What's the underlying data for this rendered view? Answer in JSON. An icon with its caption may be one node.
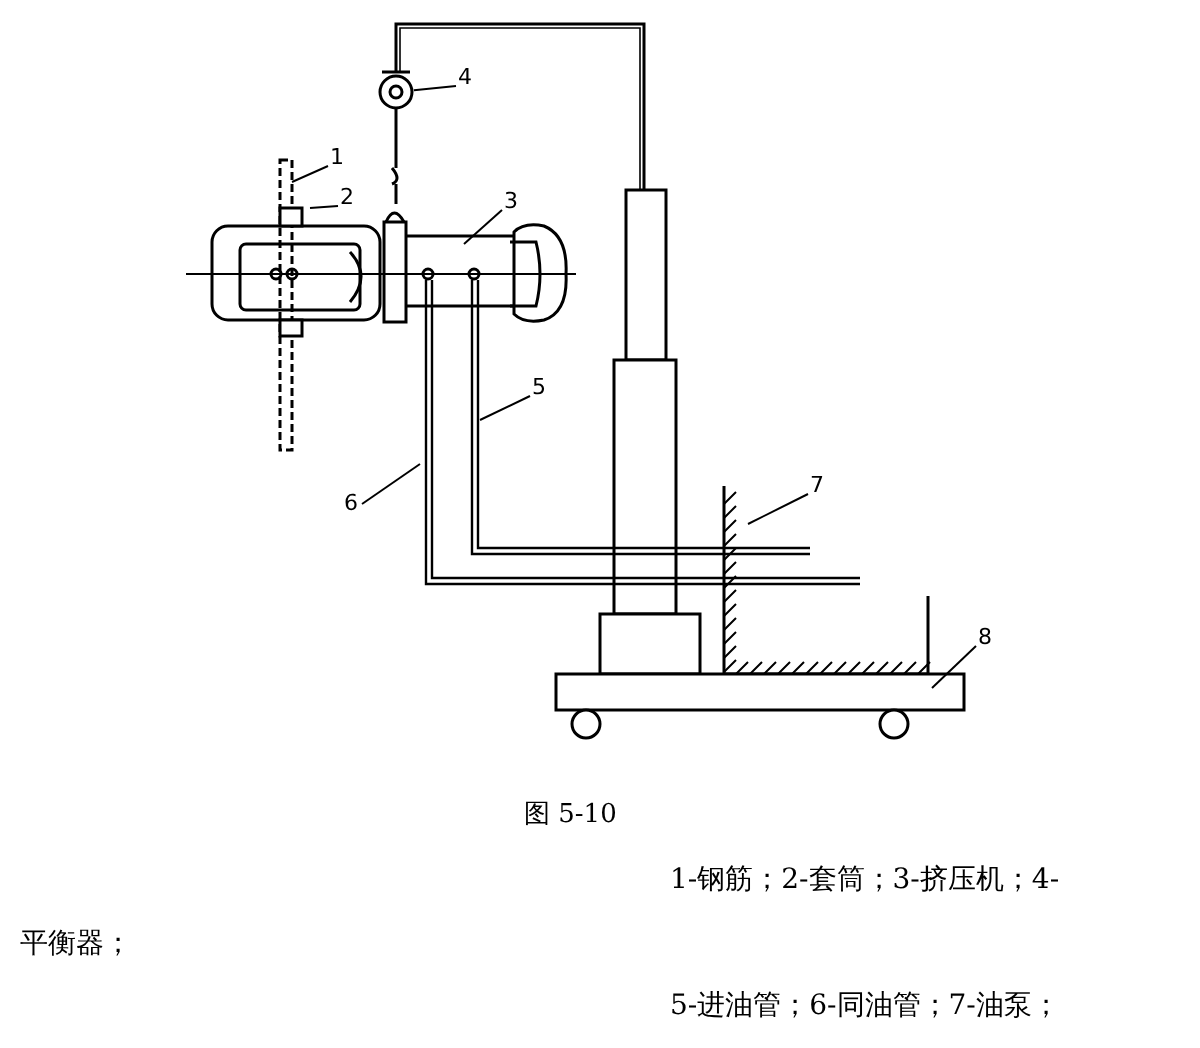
{
  "diagram": {
    "caption": "图 5-10",
    "nodes": [
      {
        "text": [
          "1"
        ]
      },
      {
        "text": [
          "2"
        ]
      },
      {
        "text": [
          "3"
        ]
      },
      {
        "text": [
          "4"
        ]
      },
      {
        "text": [
          "5"
        ]
      },
      {
        "text": [
          "6"
        ]
      },
      {
        "text": [
          "7"
        ]
      },
      {
        "text": [
          "8"
        ]
      },
      {
        "text": [],
        "shape": "circle"
      }
    ],
    "edges": [
      {
        "from": 0,
        "to": null,
        "arrow": "none"
      },
      {
        "from": 1,
        "to": null,
        "arrow": "none"
      },
      {
        "from": 2,
        "to": null,
        "arrow": "none"
      },
      {
        "from": 3,
        "to": 8,
        "arrow": "none"
      },
      {
        "from": 4,
        "to": null,
        "arrow": "none"
      },
      {
        "from": 5,
        "to": null,
        "arrow": "none"
      },
      {
        "from": 6,
        "to": null,
        "arrow": "none"
      },
      {
        "from": 7,
        "to": null,
        "arrow": "none"
      }
    ],
    "labels": [
      "1-钢筋；2-套筒；3-挤压机；4-平衡器；",
      "5-进油管；6-同油管；7-油泵；"
    ]
  }
}
